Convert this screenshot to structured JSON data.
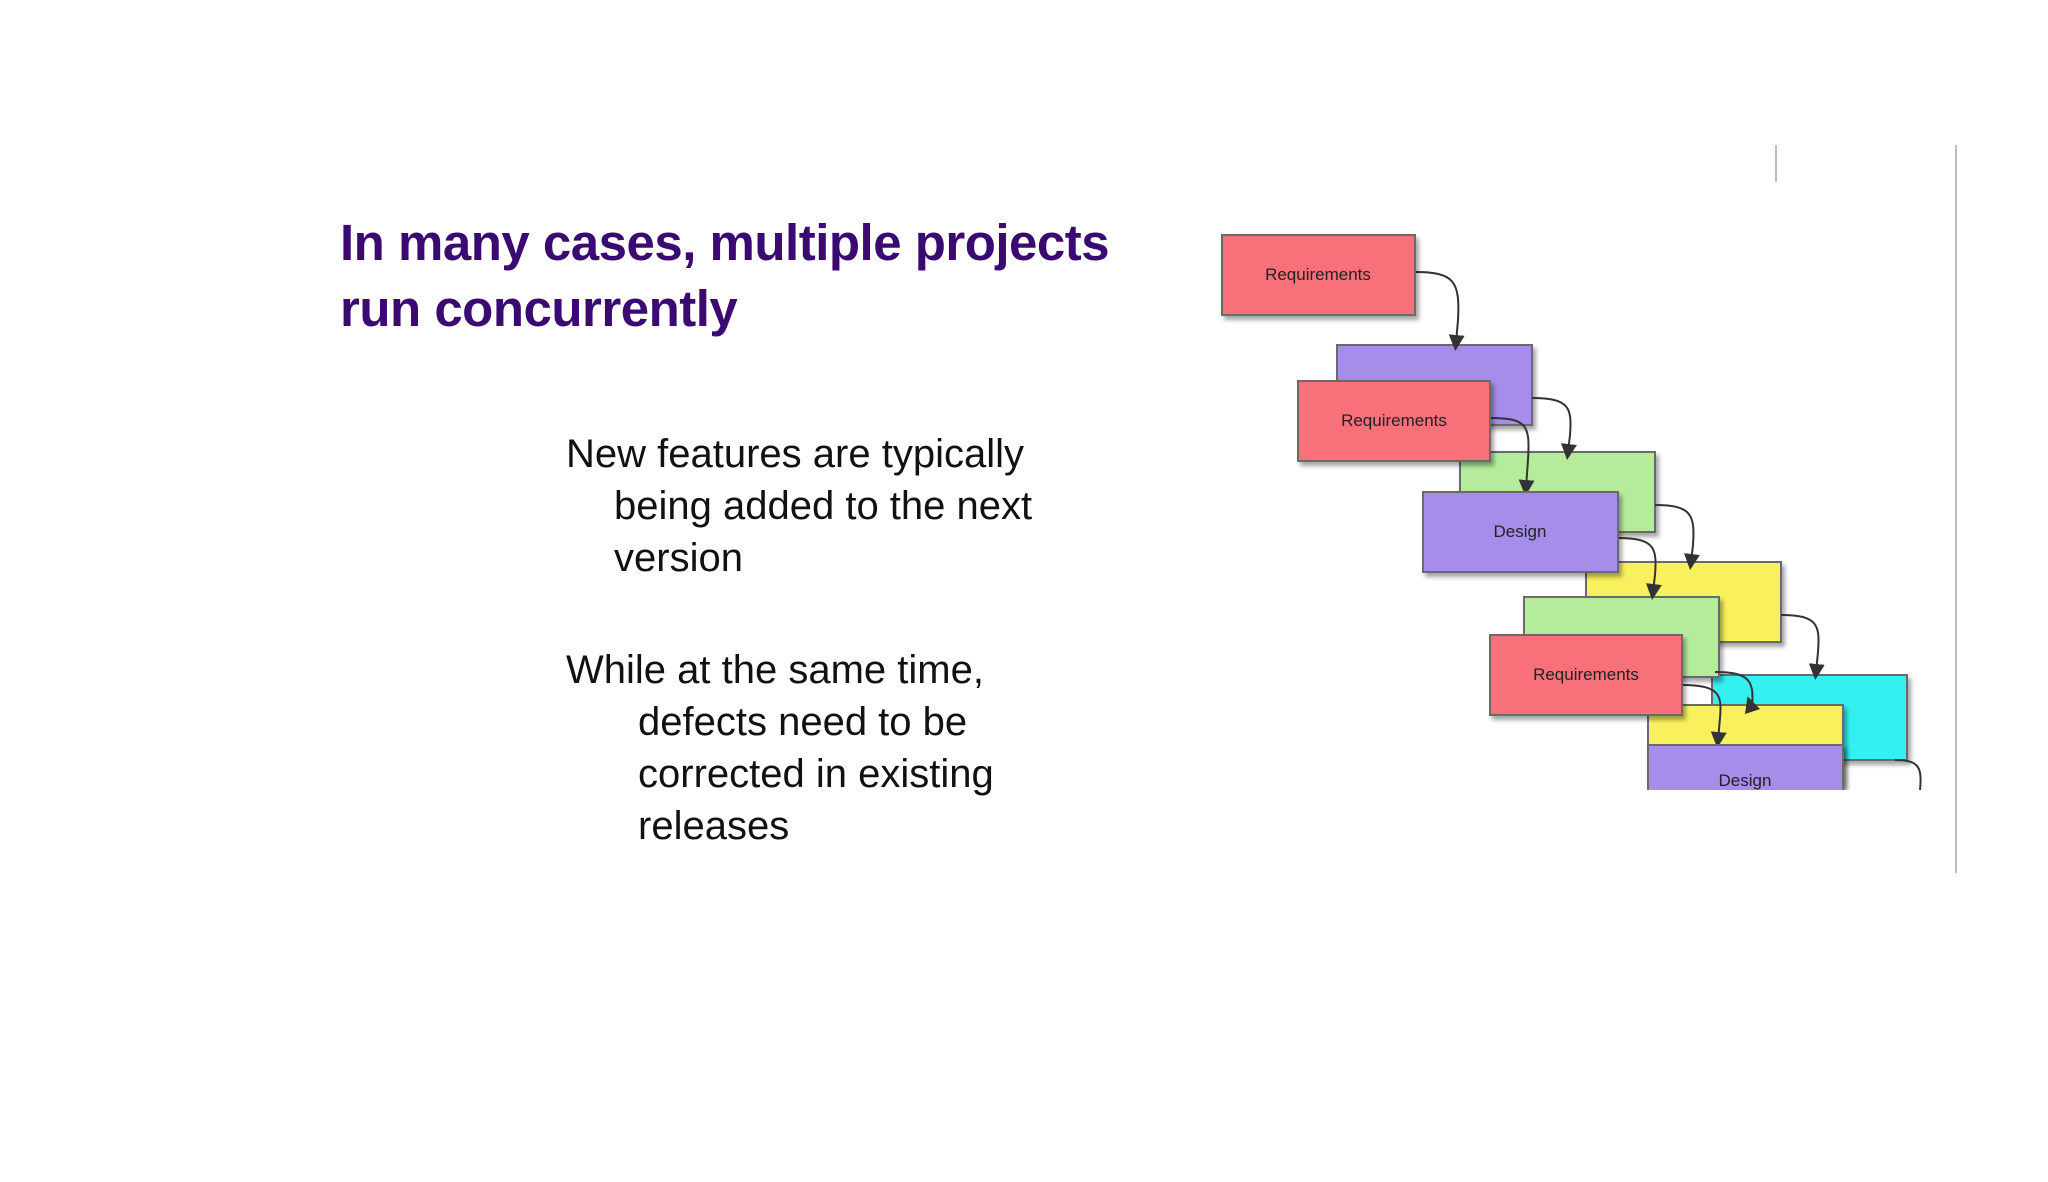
{
  "slide": {
    "title_lines": [
      "In many cases, multiple projects",
      "run concurrently"
    ],
    "bullets": [
      {
        "first_line": "New features are typically",
        "rest_lines": [
          "being added to the next",
          "version"
        ]
      },
      {
        "first_line": "While at the same time,",
        "rest_lines": [
          "defects need to be",
          "corrected in existing",
          "releases"
        ]
      }
    ],
    "title_color": "#3a0a72"
  },
  "diagram": {
    "box_labels": [
      "Requirements",
      "Requirements",
      "Design",
      "Requirements",
      "Design"
    ],
    "colors": {
      "requirements": "#f7707a",
      "design": "#a58de9",
      "green": "#b4ec9c",
      "yellow": "#f8f05c",
      "cyan": "#34f0f0"
    }
  }
}
